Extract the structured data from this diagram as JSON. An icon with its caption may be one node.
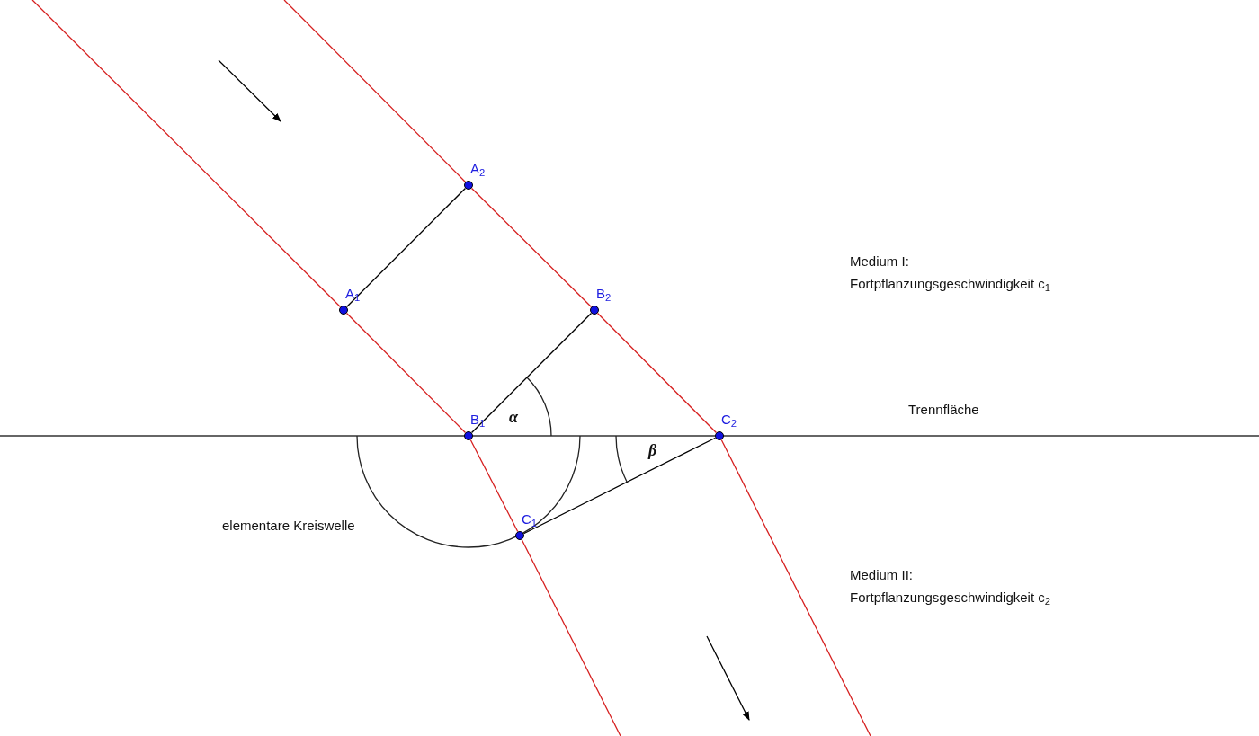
{
  "diagram": {
    "nodes": [
      {
        "text": [
          "A$_{2}$"
        ]
      },
      {
        "text": [
          "A$_{1}$"
        ]
      },
      {
        "text": [
          "B$_{2}$"
        ]
      },
      {
        "text": [
          "B$_{1}$"
        ]
      },
      {
        "text": [
          "C$_{2}$"
        ]
      },
      {
        "text": [
          "C$_{1}$"
        ]
      }
    ],
    "edges": [
      {
        "from": 1,
        "to": 0,
        "arrow": "none",
        "color": "#000000"
      },
      {
        "from": 3,
        "to": 2,
        "arrow": "none",
        "color": "#000000"
      },
      {
        "from": 5,
        "to": 4,
        "arrow": "none",
        "color": "#000000"
      },
      {
        "from": 1,
        "to": 3,
        "arrow": "none"
      },
      {
        "from": 3,
        "to": 5,
        "arrow": "none"
      },
      {
        "from": 0,
        "to": 2,
        "arrow": "none"
      },
      {
        "from": 2,
        "to": 4,
        "arrow": "none"
      }
    ],
    "labels": [
      "Medium I:",
      "Fortpflanzungsgeschwindigkeit c$_{1}$",
      "Trennfläche",
      "α",
      "β",
      "elementare Kreiswelle",
      "Medium II:",
      "Fortpflanzungsgeschwindigkeit c$_{2}$"
    ]
  }
}
